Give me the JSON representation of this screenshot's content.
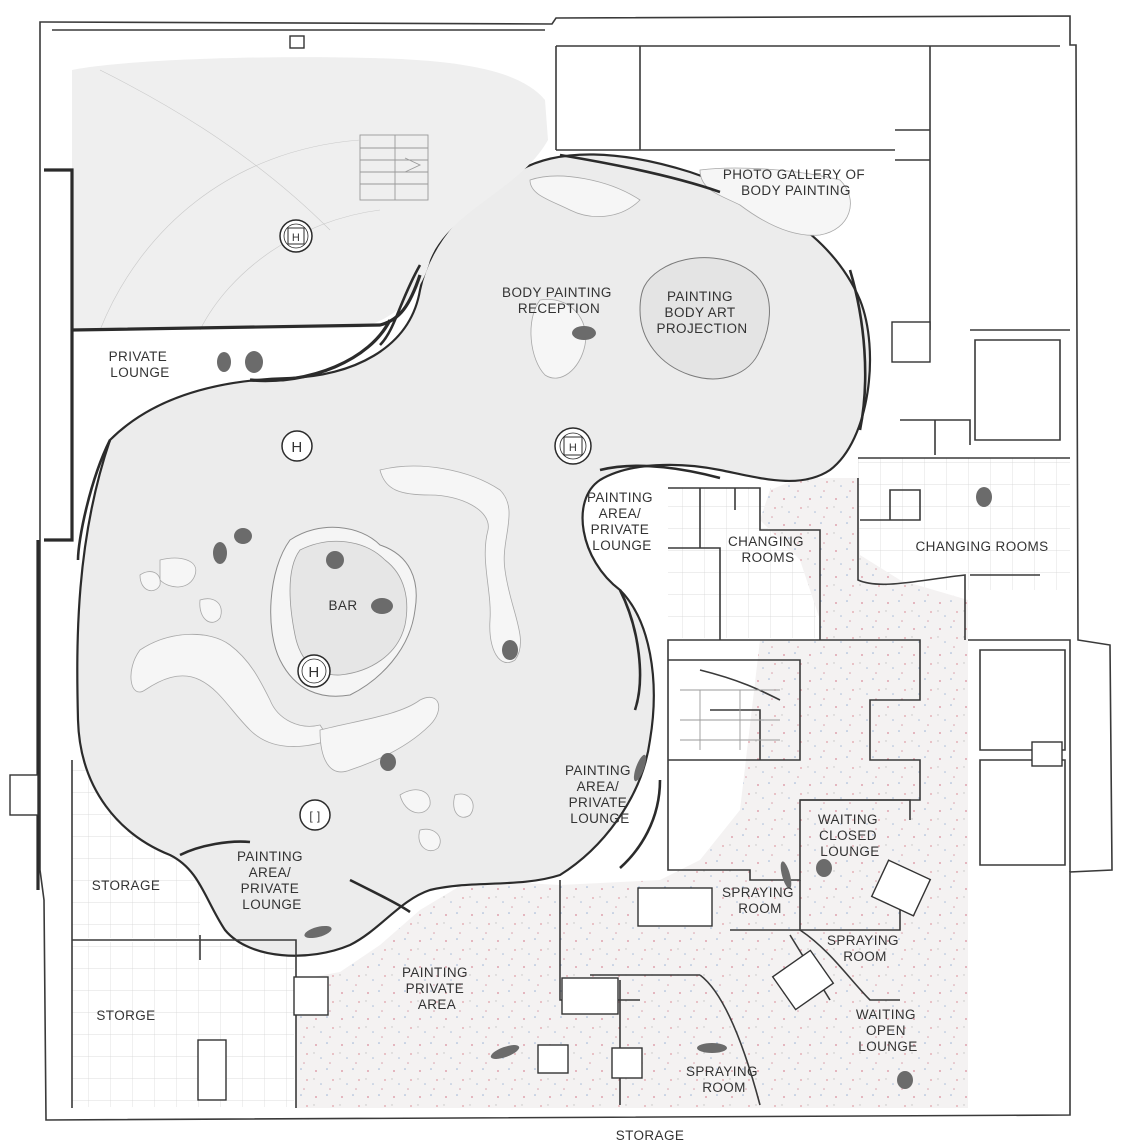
{
  "plan": {
    "labels": {
      "photo_gallery": [
        "PHOTO GALLERY OF",
        "BODY PAINTING"
      ],
      "body_painting_reception": [
        "BODY PAINTING",
        "RECEPTION"
      ],
      "painting_projection": [
        "PAINTING",
        "BODY ART",
        "PROJECTION"
      ],
      "private_lounge": [
        "PRIVATE",
        "LOUNGE"
      ],
      "painting_area_upper": [
        "PAINTING",
        "AREA/",
        "PRIVATE",
        "LOUNGE"
      ],
      "changing_rooms_center": [
        "CHANGING",
        "ROOMS"
      ],
      "changing_rooms_right": [
        "CHANGING ROOMS"
      ],
      "bar": [
        "BAR"
      ],
      "painting_area_middle": [
        "PAINTING",
        "AREA/",
        "PRIVATE",
        "LOUNGE"
      ],
      "waiting_closed": [
        "WAITING",
        "CLOSED",
        "LOUNGE"
      ],
      "painting_area_lower": [
        "PAINTING",
        "AREA/",
        "PRIVATE",
        "LOUNGE"
      ],
      "storage_left": [
        "STORAGE"
      ],
      "spraying_room_center": [
        "SPRAYING",
        "ROOM"
      ],
      "spraying_room_right": [
        "SPRAYING",
        "ROOM"
      ],
      "painting_private_area": [
        "PAINTING",
        "PRIVATE",
        "AREA"
      ],
      "storge": [
        "STORGE"
      ],
      "waiting_open": [
        "WAITING",
        "OPEN",
        "LOUNGE"
      ],
      "spraying_room_bottom": [
        "SPRAYING",
        "ROOM"
      ],
      "storage_bottom": [
        "STORAGE"
      ]
    },
    "symbols": {
      "column_glyph": "H",
      "column_glyph_small": "H",
      "elevator_glyph": "[ ]"
    },
    "colors": {
      "floor_fill": "#ececec",
      "wet_area_fill": "#f3f1f1",
      "wall": "#2b2b2b",
      "figure": "#6b6b6b"
    }
  }
}
